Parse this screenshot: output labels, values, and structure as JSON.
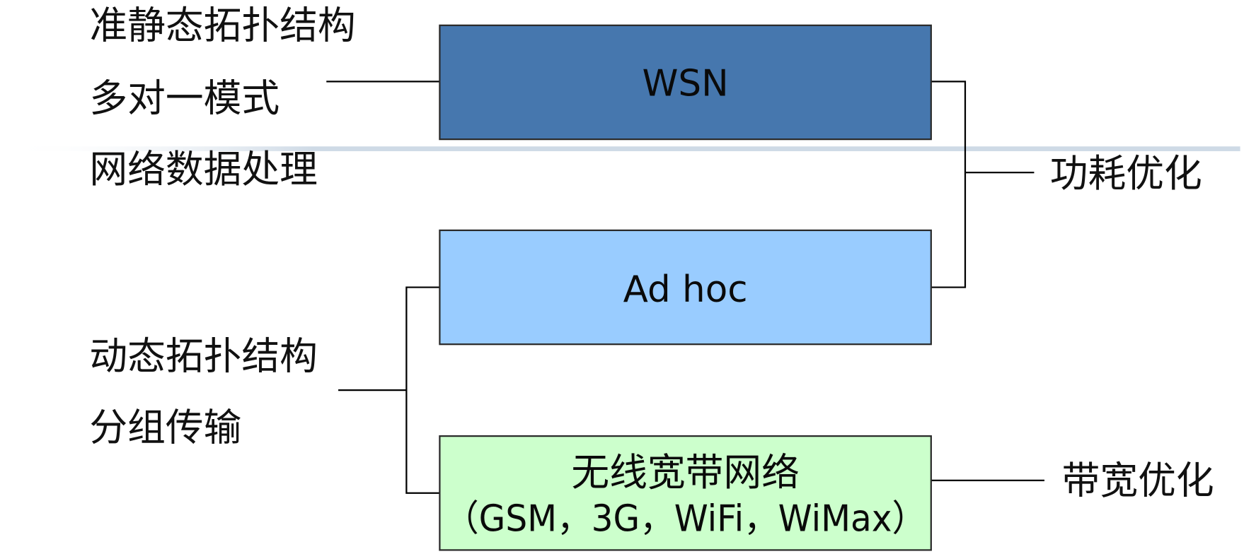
{
  "left_notes": {
    "static_topology": "准静态拓扑结构",
    "many_to_one": "多对一模式",
    "data_processing": "网络数据处理",
    "dynamic_topology": "动态拓扑结构",
    "packet_transmission": "分组传输"
  },
  "boxes": {
    "wsn": {
      "label": "WSN",
      "color": "#4677AE"
    },
    "adhoc": {
      "label": "Ad hoc",
      "color": "#99CCFF"
    },
    "broadband": {
      "label_line1": "无线宽带网络",
      "label_line2": "（GSM，3G，WiFi，WiMax）",
      "color": "#CCFFCC"
    }
  },
  "right_notes": {
    "power_optimization": "功耗优化",
    "bandwidth_optimization": "带宽优化"
  },
  "colors": {
    "separator": "#C9D6E3",
    "line": "#000000"
  }
}
